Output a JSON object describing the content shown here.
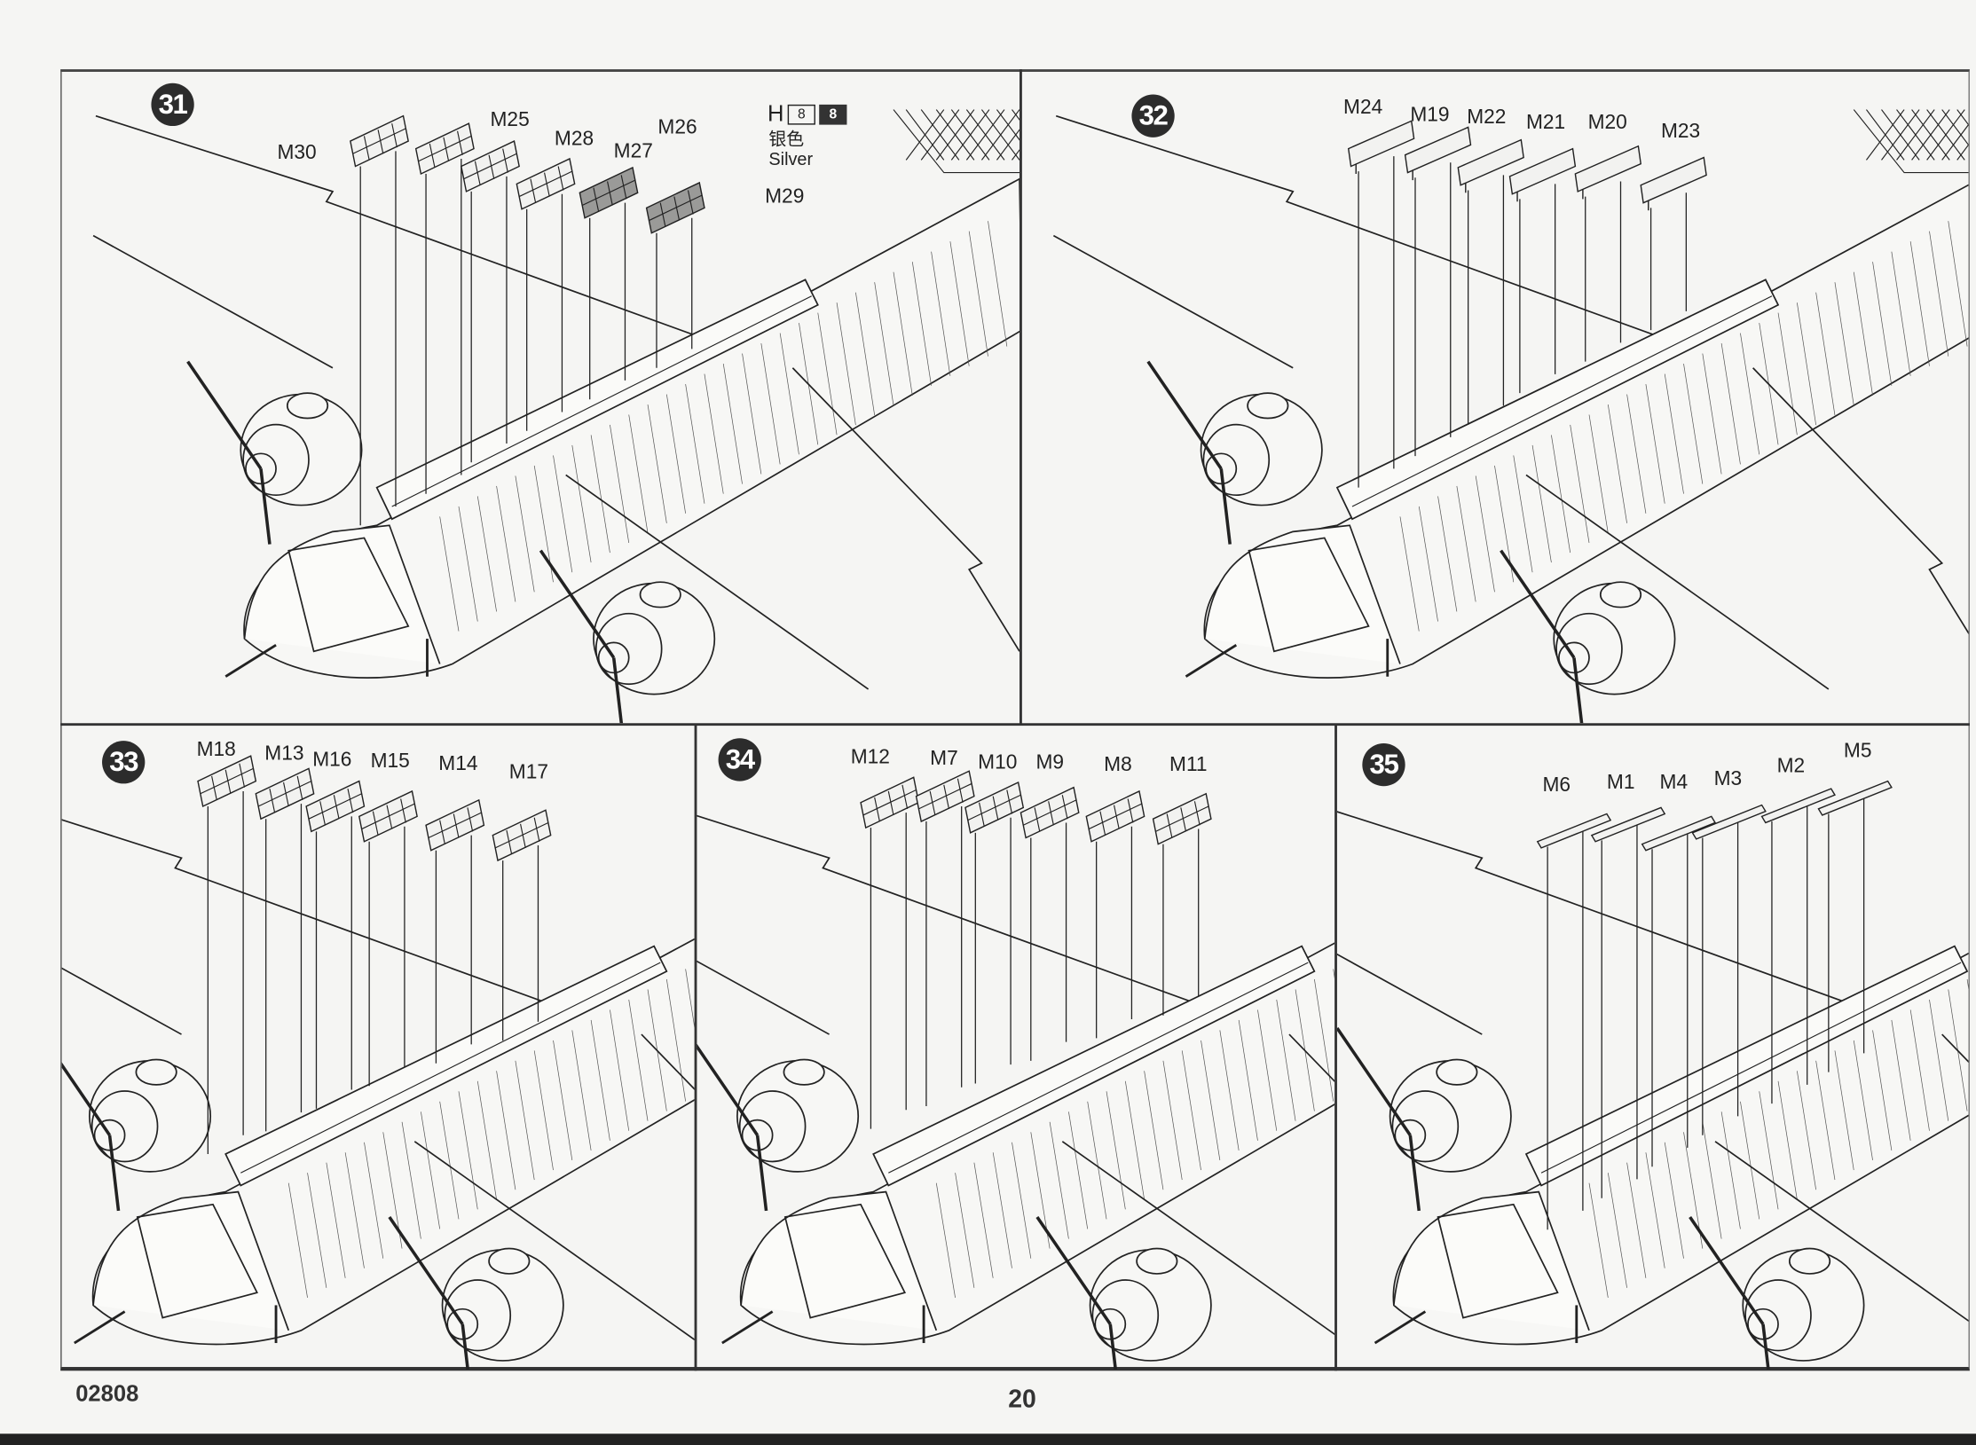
{
  "document": {
    "code": "02808",
    "page_number": "20"
  },
  "steps": [
    {
      "number": "31",
      "parts": [
        "M30",
        "M25",
        "M28",
        "M27",
        "M26",
        "M29"
      ],
      "paint": {
        "code_prefix": "H",
        "code_light": "8",
        "code_dark": "8",
        "color_cn": "银色",
        "color_en": "Silver"
      }
    },
    {
      "number": "32",
      "parts": [
        "M24",
        "M19",
        "M22",
        "M21",
        "M20",
        "M23"
      ]
    },
    {
      "number": "33",
      "parts": [
        "M18",
        "M13",
        "M16",
        "M15",
        "M14",
        "M17"
      ]
    },
    {
      "number": "34",
      "parts": [
        "M12",
        "M7",
        "M10",
        "M9",
        "M8",
        "M11"
      ]
    },
    {
      "number": "35",
      "parts": [
        "M6",
        "M1",
        "M4",
        "M3",
        "M2",
        "M5"
      ]
    }
  ],
  "colors": {
    "ink": "#222222",
    "paper": "#f5f5f3",
    "step_badge": "#2c2c2c"
  }
}
